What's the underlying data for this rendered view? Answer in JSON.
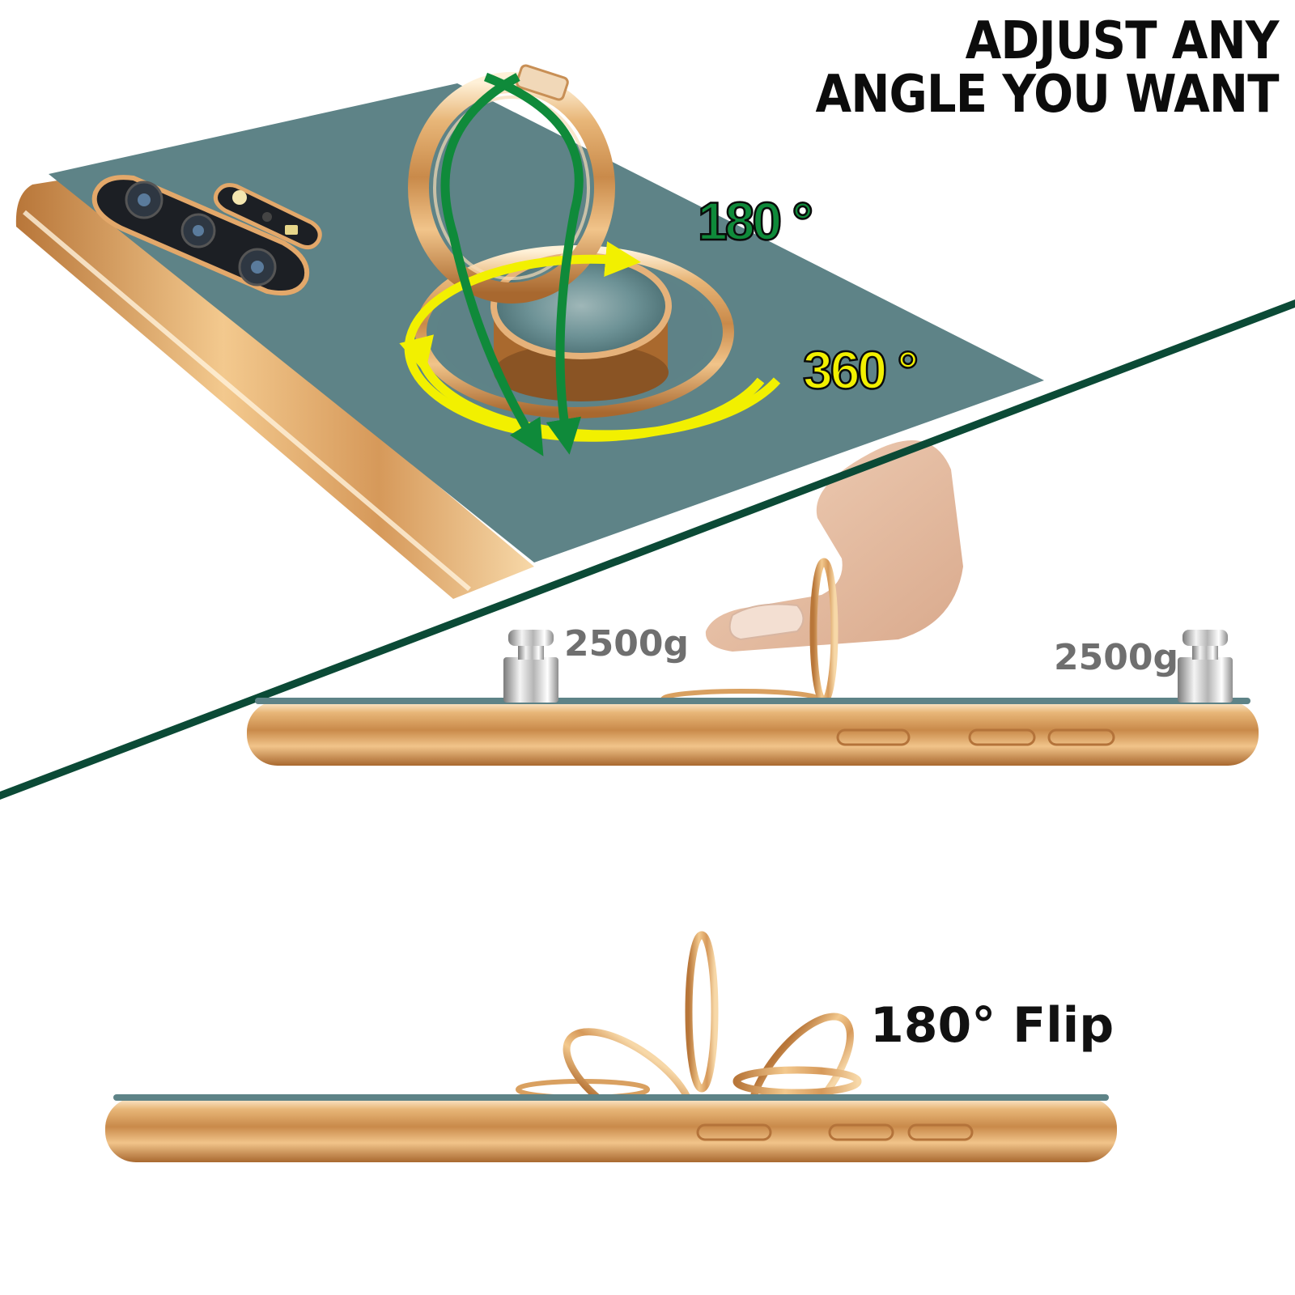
{
  "headline": {
    "line1": "ADJUST ANY",
    "line2": "ANGLE YOU WANT"
  },
  "rotation": {
    "vertical_label": "180 °",
    "horizontal_label": "360 °"
  },
  "weights": {
    "left_label": "2500g",
    "right_label": "2500g"
  },
  "flip": {
    "label": "180°  Flip"
  },
  "colors": {
    "case_green": "#5e8387",
    "gold": "#d9a060",
    "divider": "#0b4a36",
    "arrow_green": "#0f8a3a",
    "arrow_yellow": "#f2f000",
    "label_gray": "#6f6f6f"
  }
}
